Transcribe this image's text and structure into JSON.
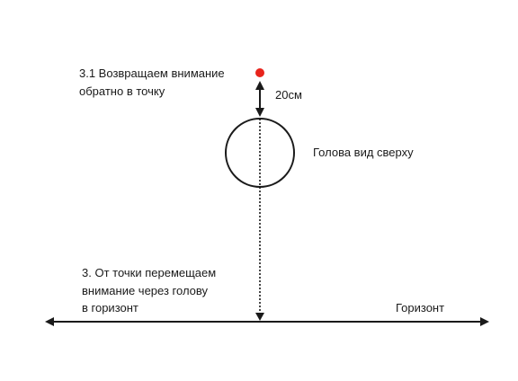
{
  "labels": {
    "return_line1": "3.1 Возвращаем внимание",
    "return_line2": "обратно в точку",
    "distance": "20см",
    "head": "Голова вид сверху",
    "move_line1": "3. От точки перемещаем",
    "move_line2": "внимание через голову",
    "move_line3": "в горизонт",
    "horizon": "Горизонт"
  },
  "colors": {
    "point": "#e8241c",
    "stroke": "#1a1a1a"
  }
}
